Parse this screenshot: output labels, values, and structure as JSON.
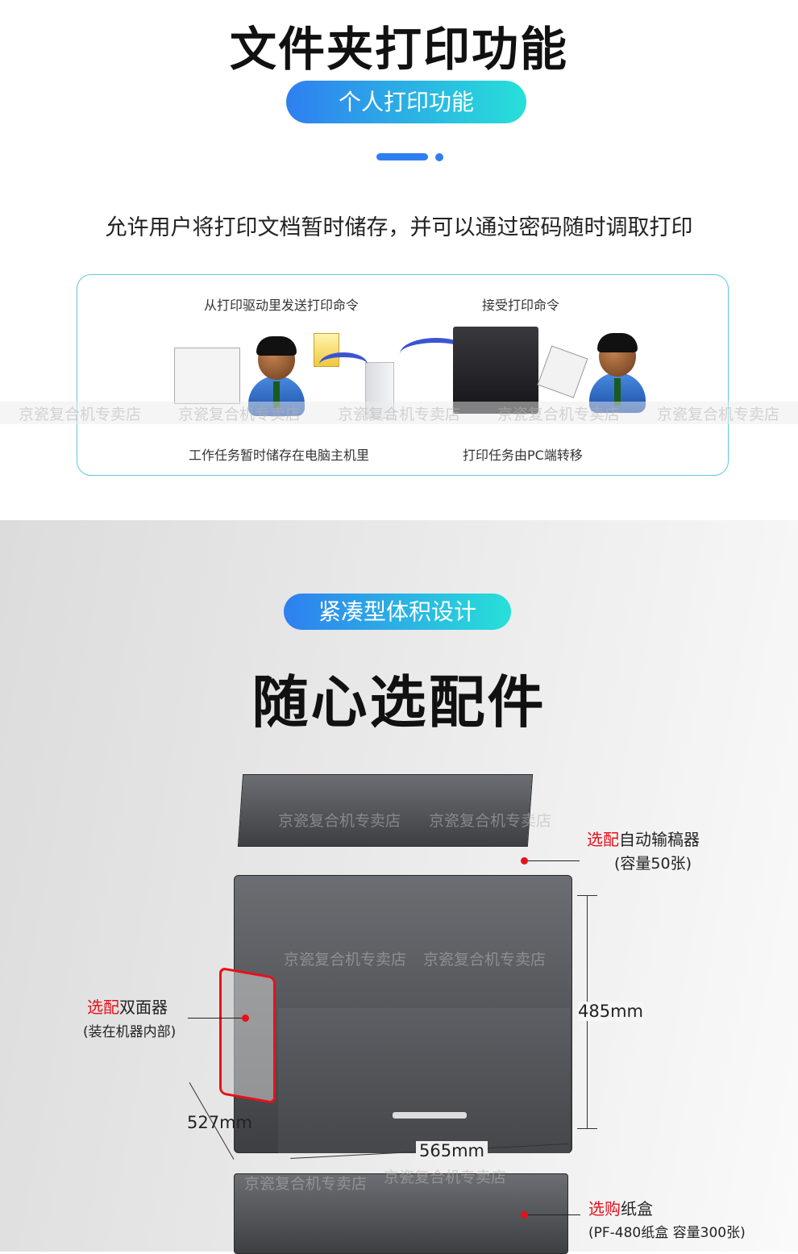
{
  "section1": {
    "title": "文件夹打印功能",
    "badge": "个人打印功能",
    "description": "允许用户将打印文档暂时储存，并可以通过密码随时调取打印",
    "diagram": {
      "caption_top_left": "从打印驱动里发送打印命令",
      "caption_top_right": "接受打印命令",
      "caption_bottom_left": "工作任务暂时储存在电脑主机里",
      "caption_bottom_right": "打印任务由PC端转移"
    }
  },
  "watermark": "京瓷复合机专卖店",
  "section2": {
    "badge": "紧凑型体积设计",
    "title": "随心选配件",
    "callouts": {
      "adf": {
        "highlight": "选配",
        "label": "自动输稿器",
        "detail": "(容量50张)"
      },
      "duplex": {
        "highlight": "选配",
        "label": "双面器",
        "detail": "(装在机器内部)"
      },
      "cassette": {
        "highlight": "选购",
        "label": "纸盒",
        "detail": "(PF-480纸盒 容量300张)"
      }
    },
    "dimensions": {
      "height": "485mm",
      "depth": "527mm",
      "width": "565mm"
    }
  },
  "colors": {
    "accent_blue": "#2f7ff0",
    "accent_cyan": "#27e0d8",
    "highlight_red": "#e8101a"
  }
}
